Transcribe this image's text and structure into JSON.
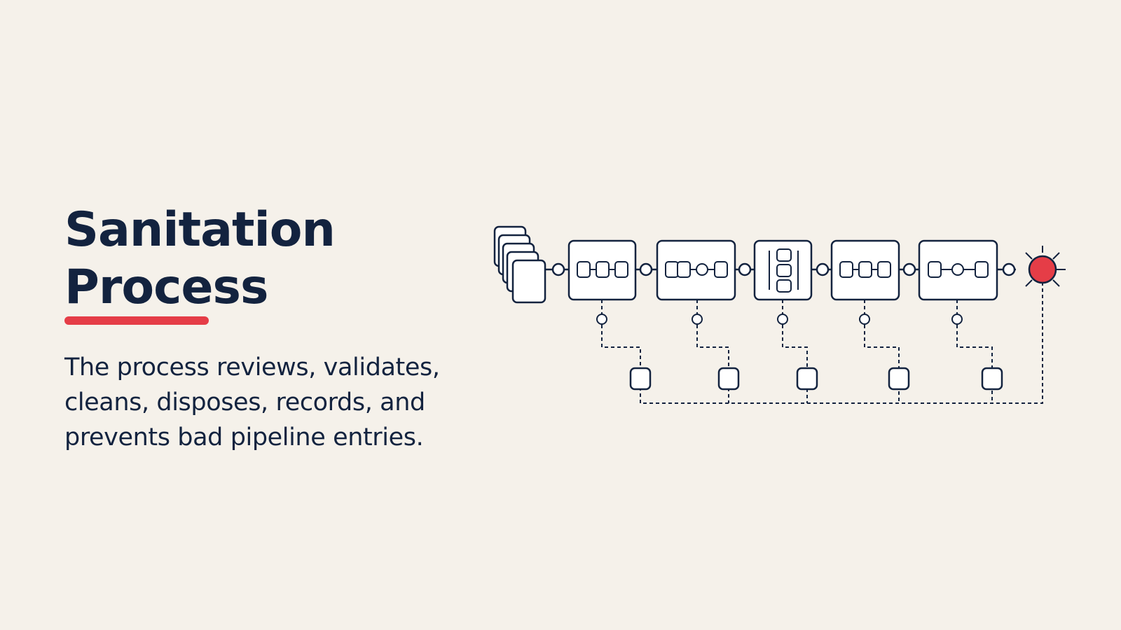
{
  "slide": {
    "title_lines": [
      "Sanitation",
      "Process"
    ],
    "body_lines": [
      "The process reviews, validates,",
      "cleans, disposes, records, and",
      "prevents bad pipeline entries."
    ]
  },
  "colors": {
    "background": "#f5f1ea",
    "ink": "#13233f",
    "accent": "#e53d47",
    "box_fill": "#ffffff"
  },
  "diagram": {
    "input_icon": "document-stack-icon",
    "output_icon": "red-burst-dot-icon",
    "stage_icons": [
      "three-box-chain-icon",
      "box-chain-with-node-icon",
      "vertical-stack-icon",
      "three-box-chain-icon",
      "box-node-box-icon"
    ],
    "connector_style": "dashed"
  }
}
